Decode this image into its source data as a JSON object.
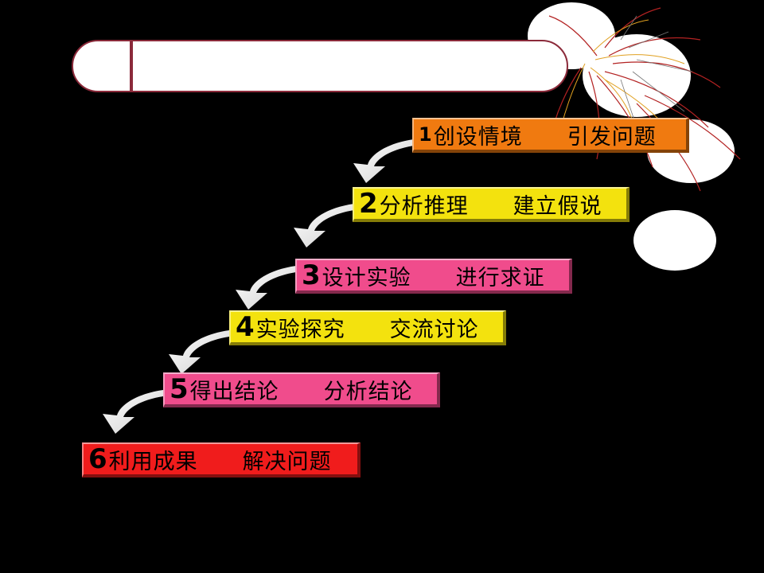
{
  "title": "",
  "steps": [
    {
      "num": "1",
      "text": "创设情境　　引发问题"
    },
    {
      "num": "2",
      "text": "分析推理　　建立假说"
    },
    {
      "num": "3",
      "text": "设计实验　　进行求证"
    },
    {
      "num": "4",
      "text": "实验探究　　交流讨论"
    },
    {
      "num": "5",
      "text": "得出结论　　分析结论"
    },
    {
      "num": "6",
      "text": "利用成果　　解决问题"
    }
  ],
  "colors": {
    "background": "#000000",
    "orange": "#f07a10",
    "yellow": "#f3e20e",
    "pink": "#f04c8c",
    "red": "#f01c1c",
    "banner_border": "#8b2a3a"
  },
  "icons": [
    "firework-icon",
    "curved-arrow-icon"
  ]
}
